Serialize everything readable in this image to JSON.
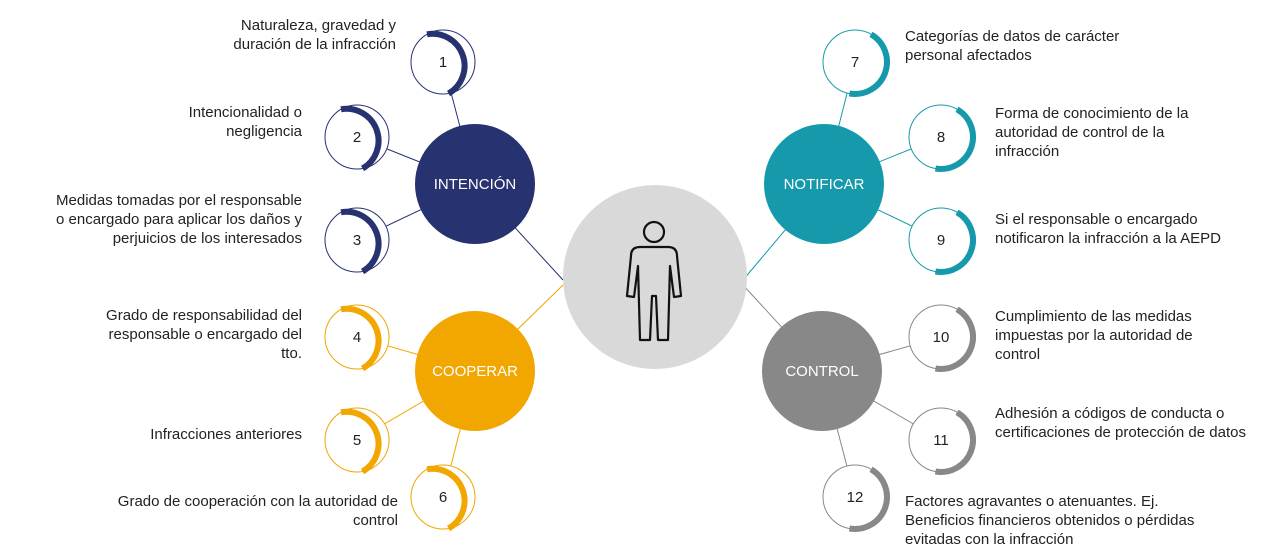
{
  "colors": {
    "intencion": "#273270",
    "notificar": "#169aab",
    "cooperar": "#f2a600",
    "control": "#888888",
    "center": "#d9d9d9"
  },
  "center_icon": "person-icon",
  "hubs": {
    "intencion": "INTENCIÓN",
    "notificar": "NOTIFICAR",
    "cooperar": "COOPERAR",
    "control": "CONTROL"
  },
  "items": [
    {
      "number": "1",
      "text": "Naturaleza, gravedad y\nduración de la infracción"
    },
    {
      "number": "2",
      "text": "Intencionalidad o\nnegligencia"
    },
    {
      "number": "3",
      "text": "Medidas tomadas por el responsable\no encargado para aplicar los daños y\nperjuicios de los interesados"
    },
    {
      "number": "4",
      "text": "Grado de responsabilidad del\nresponsable o encargado del\ntto."
    },
    {
      "number": "5",
      "text": "Infracciones anteriores"
    },
    {
      "number": "6",
      "text": "Grado de cooperación con la autoridad de\ncontrol"
    },
    {
      "number": "7",
      "text": "Categorías de datos de carácter\npersonal afectados"
    },
    {
      "number": "8",
      "text": "Forma de conocimiento de la\nautoridad de control de la\ninfracción"
    },
    {
      "number": "9",
      "text": "Si el responsable o encargado\nnotificaron la infracción a la AEPD"
    },
    {
      "number": "10",
      "text": "Cumplimiento de las medidas\nimpuestas por la autoridad de\ncontrol"
    },
    {
      "number": "11",
      "text": "Adhesión a códigos de conducta o\ncertificaciones de protección de datos"
    },
    {
      "number": "12",
      "text": "Factores agravantes o atenuantes. Ej.\nBeneficios financieros obtenidos o pérdidas\nevitadas con la infracción"
    }
  ]
}
